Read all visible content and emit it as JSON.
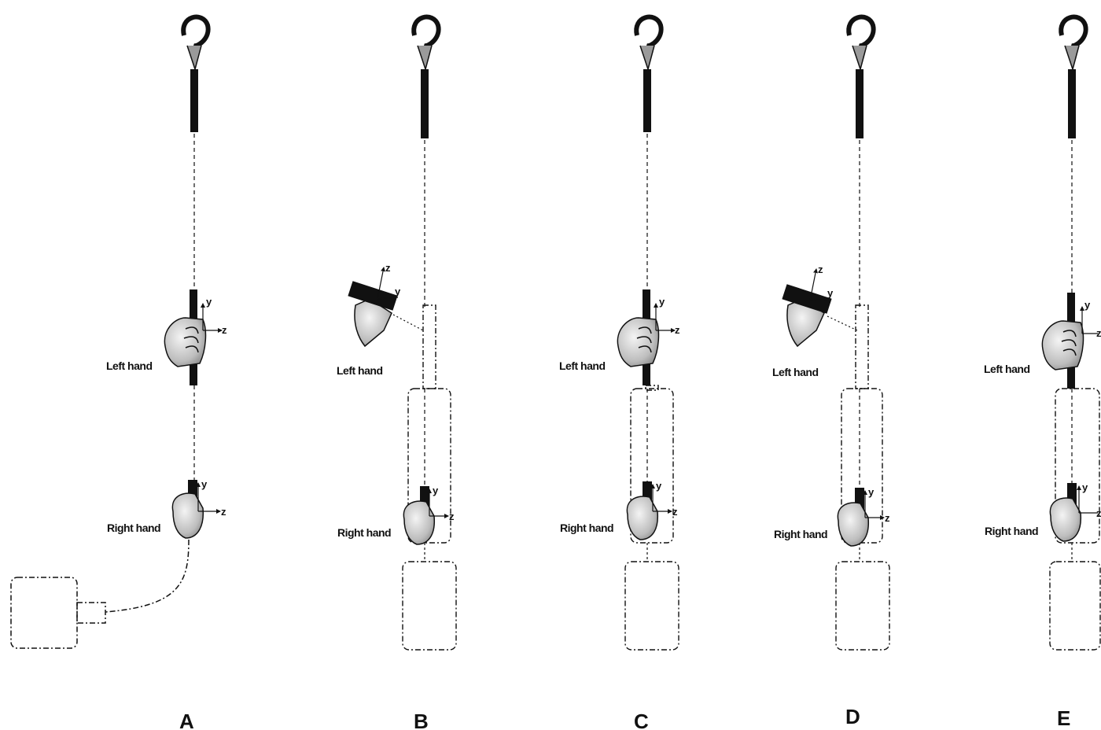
{
  "panels": [
    {
      "id": "A",
      "letter": "A",
      "left_hand_label": "Left hand",
      "right_hand_label": "Right hand",
      "left_hand_pose": "grip",
      "left_axes": [
        "y",
        "z"
      ],
      "right_axes": [
        "y",
        "z"
      ]
    },
    {
      "id": "B",
      "letter": "B",
      "left_hand_label": "Left hand",
      "right_hand_label": "Right hand",
      "left_hand_pose": "tilted",
      "left_axes": [
        "z",
        "y"
      ],
      "right_axes": [
        "y",
        "z"
      ]
    },
    {
      "id": "C",
      "letter": "C",
      "left_hand_label": "Left hand",
      "right_hand_label": "Right hand",
      "left_hand_pose": "grip",
      "left_axes": [
        "y",
        "z"
      ],
      "right_axes": [
        "y",
        "z"
      ]
    },
    {
      "id": "D",
      "letter": "D",
      "left_hand_label": "Left hand",
      "right_hand_label": "Right hand",
      "left_hand_pose": "tilted",
      "left_axes": [
        "z",
        "y"
      ],
      "right_axes": [
        "y",
        "z"
      ]
    },
    {
      "id": "E",
      "letter": "E",
      "left_hand_label": "Left hand",
      "right_hand_label": "Right hand",
      "left_hand_pose": "grip",
      "left_axes": [
        "y",
        "z"
      ],
      "right_axes": [
        "y",
        "z"
      ]
    }
  ],
  "colors": {
    "ink": "#111111",
    "hand_fill": "#c8c8c8",
    "hook_fill": "#9a9a9a"
  }
}
